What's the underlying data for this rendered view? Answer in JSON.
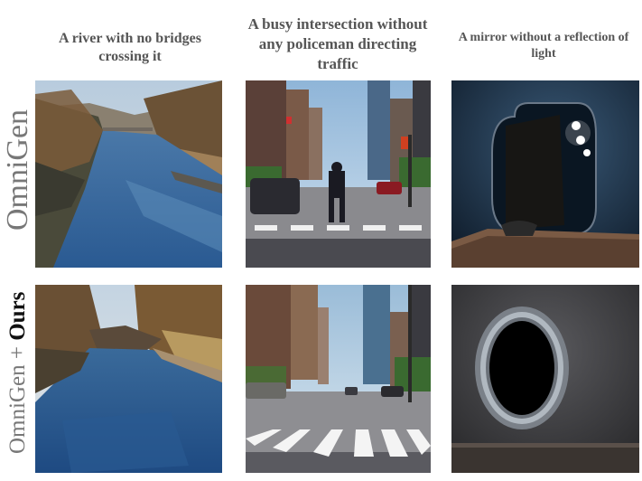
{
  "columns": [
    {
      "prompt": "A river with no bridges crossing it"
    },
    {
      "prompt": "A busy intersection without any policeman directing traffic"
    },
    {
      "prompt": "A mirror without a reflection of light"
    }
  ],
  "rows": [
    {
      "label_main": "OmniGen",
      "label_plus": "",
      "label_bold": ""
    },
    {
      "label_main": "OmniGen",
      "label_plus": " + ",
      "label_bold": "Ours"
    }
  ]
}
